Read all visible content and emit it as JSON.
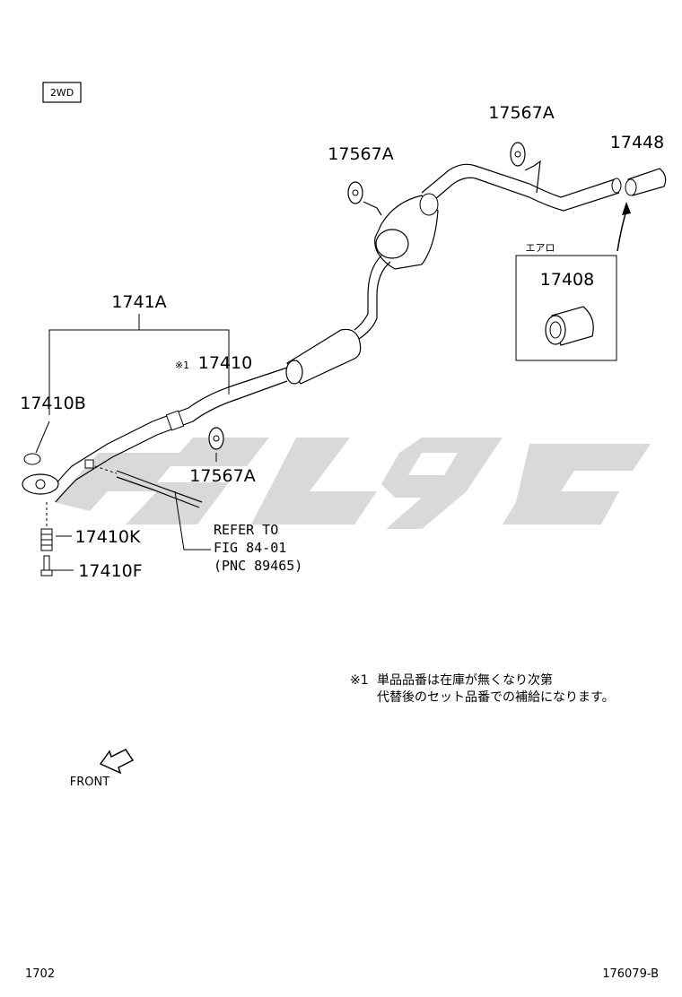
{
  "badge": "2WD",
  "parts": {
    "p17567a_top": "17567A",
    "p17567a_mid": "17567A",
    "p17567a_low": "17567A",
    "p17448": "17448",
    "p17408": "17408",
    "p1741a": "1741A",
    "p17410": "17410",
    "p17410b": "17410B",
    "p17410k": "17410K",
    "p17410f": "17410F"
  },
  "note_mark_inline": "※1",
  "inset_label": "エアロ",
  "refer": {
    "line1": "REFER TO",
    "line2": "FIG 84-01",
    "line3": "(PNC 89465)"
  },
  "footnote": {
    "mark": "※1",
    "line1": "単品品番は在庫が無くなり次第",
    "line2": "代替後のセット品番での補給になります。"
  },
  "front_label": "FRONT",
  "page_left": "1702",
  "page_right": "176079-B"
}
